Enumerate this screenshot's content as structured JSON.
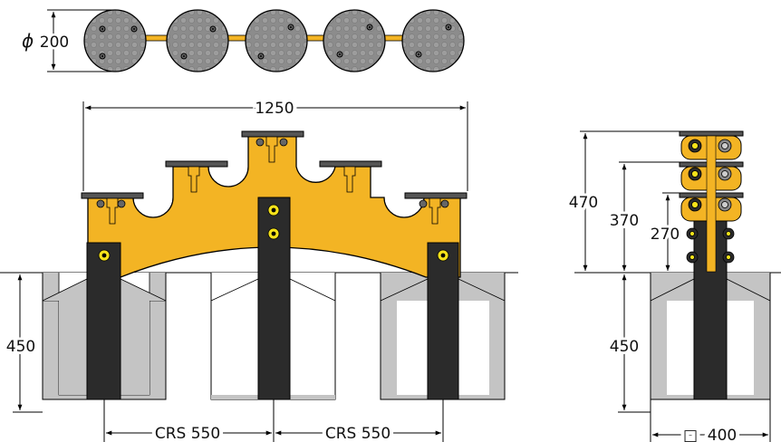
{
  "top_view": {
    "diameter_symbol": "ϕ",
    "diameter_value": "200",
    "disc_count": 5
  },
  "front_view": {
    "width": "1250",
    "depth": "450",
    "spacing_left": "CRS 550",
    "spacing_right": "CRS 550"
  },
  "side_view": {
    "height_top": "470",
    "height_mid": "370",
    "height_low": "270",
    "depth": "450",
    "footing_symbol": "□",
    "footing_size": "400"
  },
  "colors": {
    "frame": "#f3b424",
    "post": "#2b2b2b",
    "seat": "#8c8c8c",
    "concrete": "#c4c4c4",
    "bolt": "#f5e21a"
  }
}
